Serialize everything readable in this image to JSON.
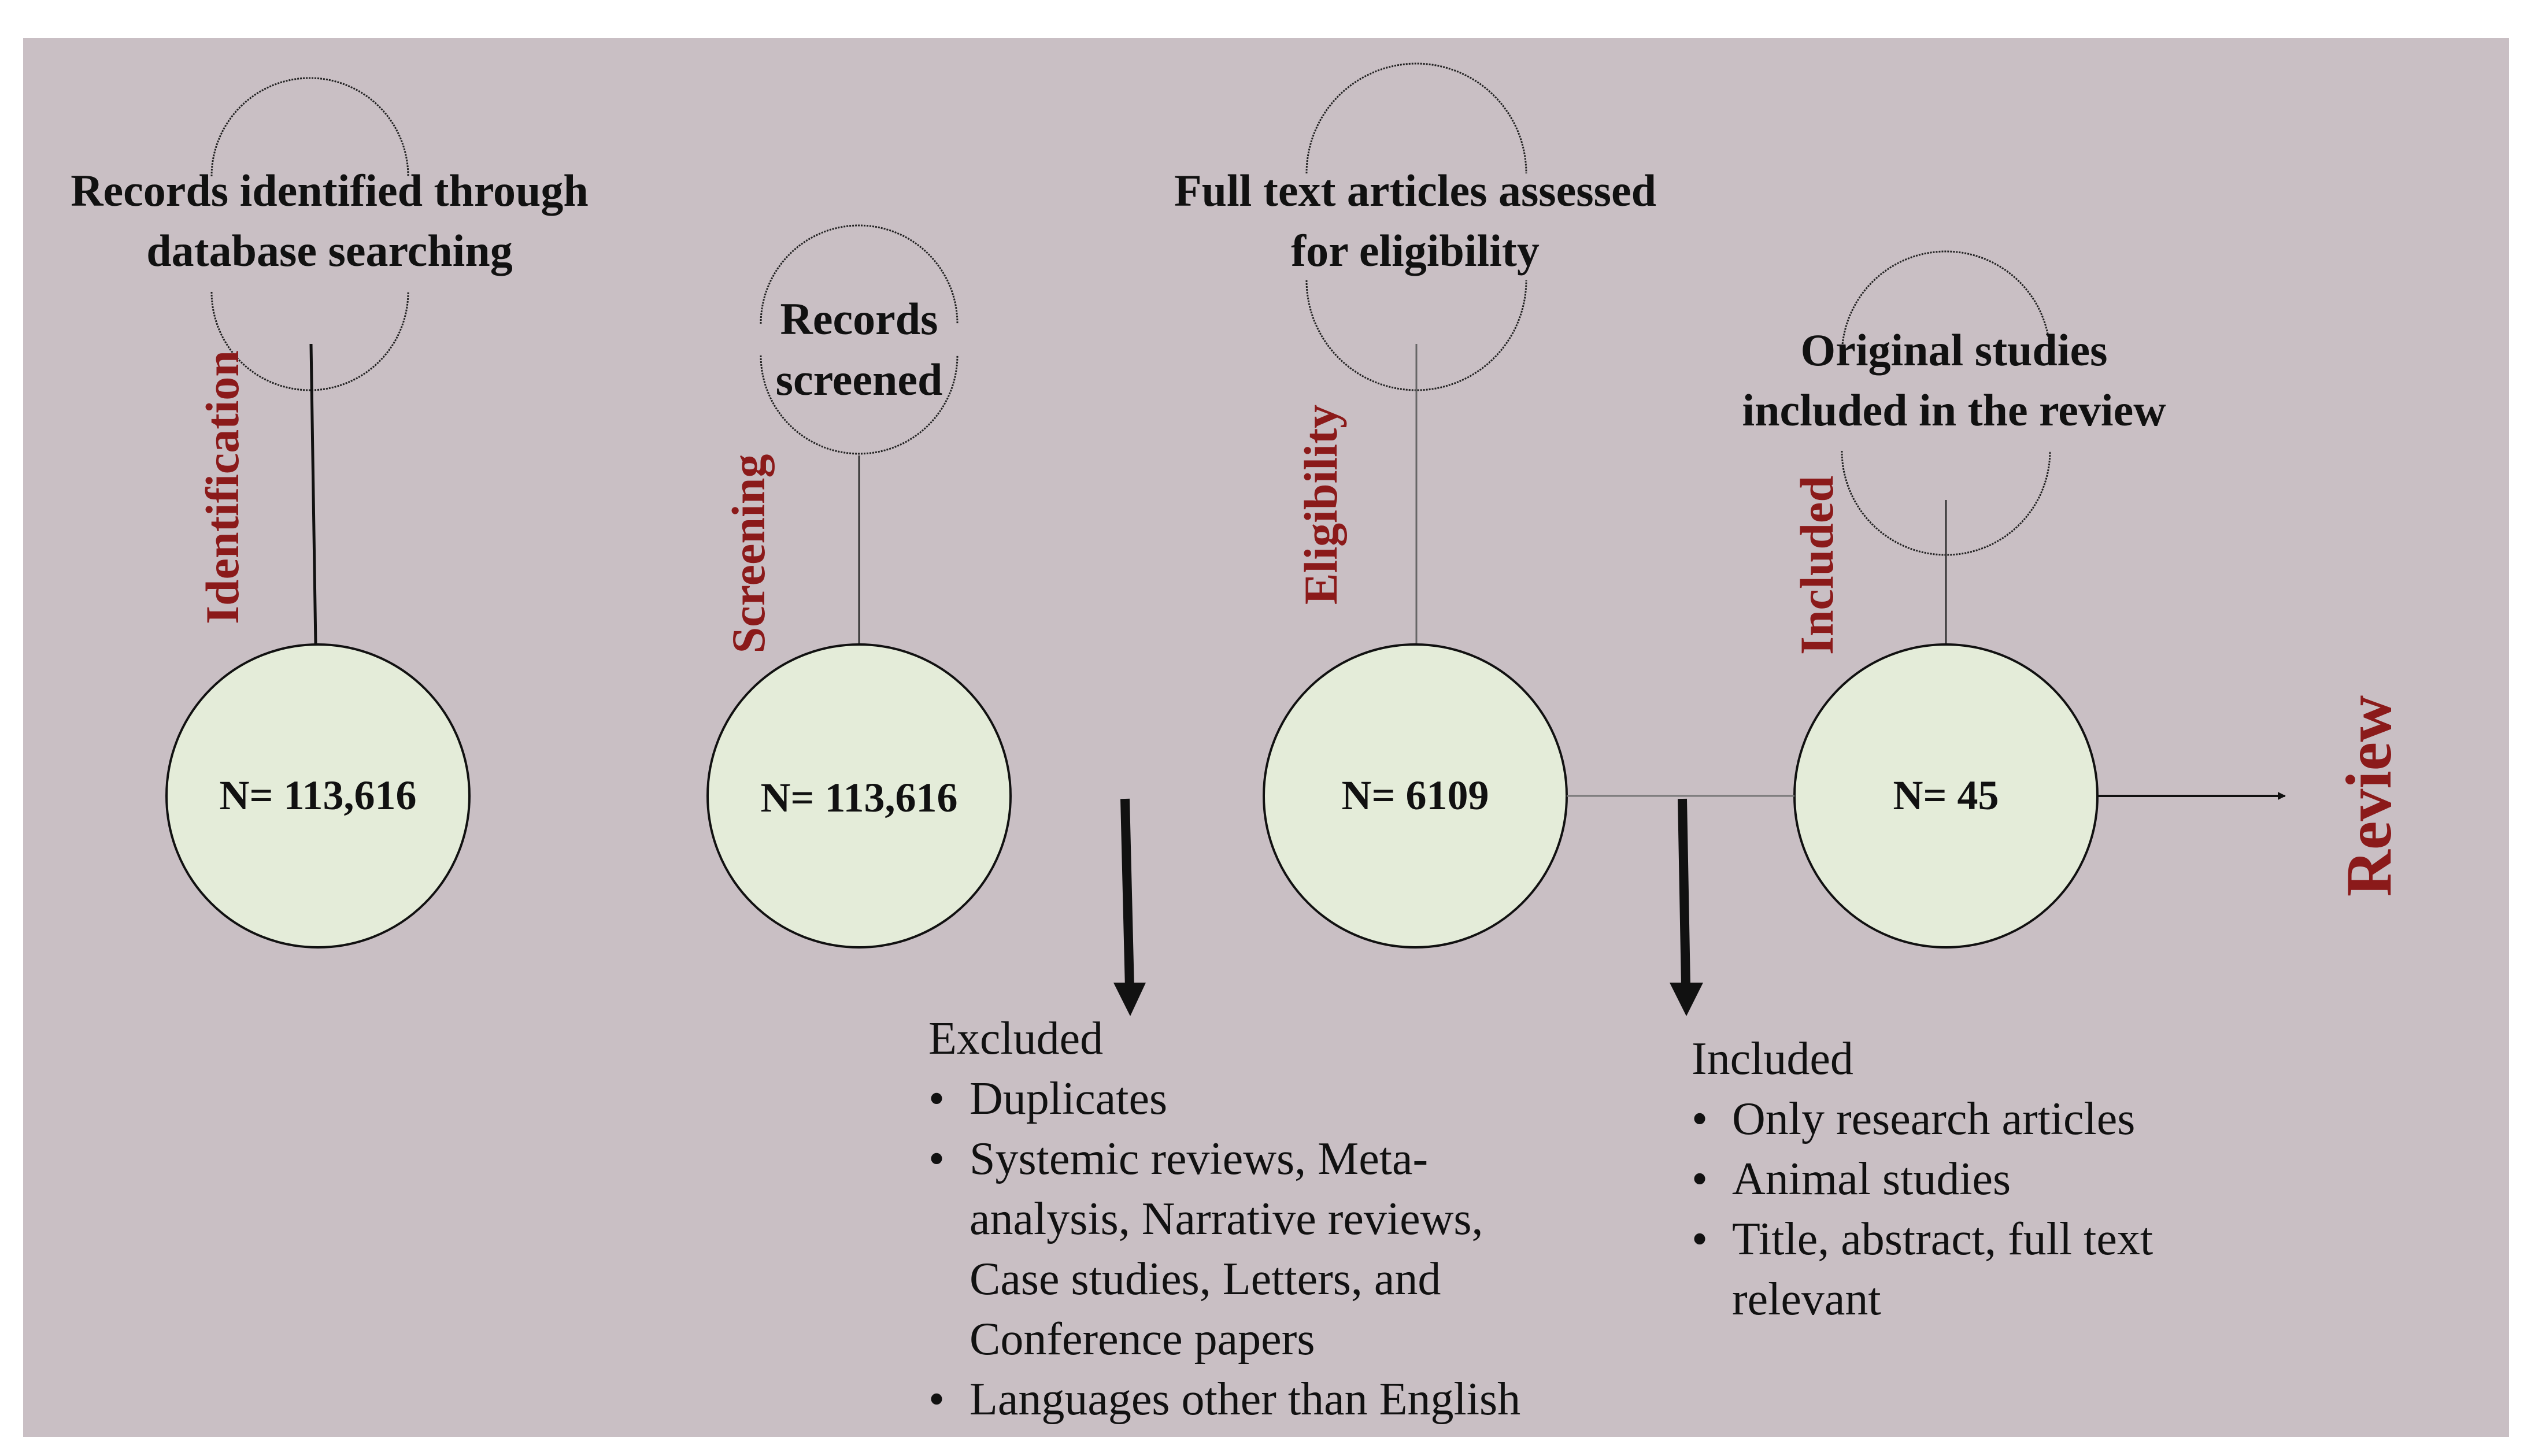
{
  "colors": {
    "background": "#c9bfc4",
    "circle_fill": "#e4ecd9",
    "phase_text": "#8b1a1a",
    "ink": "#111111"
  },
  "stages": [
    {
      "phase": "Identification",
      "title_lines": [
        "Records identified through",
        "database searching"
      ],
      "count": "N= 113,616"
    },
    {
      "phase": "Screening",
      "title_lines": [
        "Records",
        "screened"
      ],
      "count": "N= 113,616"
    },
    {
      "phase": "Eligibility",
      "title_lines": [
        "Full text articles assessed",
        "for eligibility"
      ],
      "count": "N= 6109"
    },
    {
      "phase": "Included",
      "title_lines": [
        "Original studies",
        "included in the review"
      ],
      "count": "N= 45"
    }
  ],
  "review_label": "Review",
  "excluded": {
    "heading": "Excluded",
    "bullet": "•",
    "items": [
      [
        "Duplicates"
      ],
      [
        "Systemic reviews, Meta-",
        "analysis, Narrative reviews,",
        "Case studies, Letters, and",
        "Conference papers"
      ],
      [
        "Languages other than English"
      ]
    ]
  },
  "included_criteria": {
    "heading": "Included",
    "bullet": "•",
    "items": [
      [
        "Only research articles"
      ],
      [
        "Animal studies"
      ],
      [
        "Title, abstract, full text",
        "relevant"
      ]
    ]
  }
}
